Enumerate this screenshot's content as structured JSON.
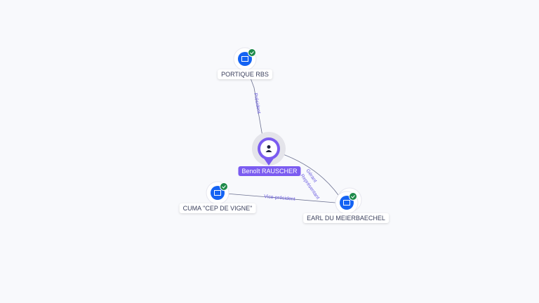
{
  "person": {
    "name": "Benoît RAUSCHER",
    "icon": "person-icon"
  },
  "companies": [
    {
      "name": "PORTIQUE RBS",
      "icon": "company-icon",
      "verified": true
    },
    {
      "name": "CUMA \"CEP DE VIGNE\"",
      "icon": "company-icon",
      "verified": true
    },
    {
      "name": "EARL DU MEIERBAECHEL",
      "icon": "company-icon",
      "verified": true
    }
  ],
  "edges": [
    {
      "label": "Président"
    },
    {
      "label": "Vice-président"
    },
    {
      "label": "Gérant"
    },
    {
      "label": "Représentant"
    }
  ],
  "colors": {
    "person": "#7b5cf0",
    "company": "#1463f3",
    "verified": "#1e8a4a",
    "edge": "#6b7090"
  }
}
